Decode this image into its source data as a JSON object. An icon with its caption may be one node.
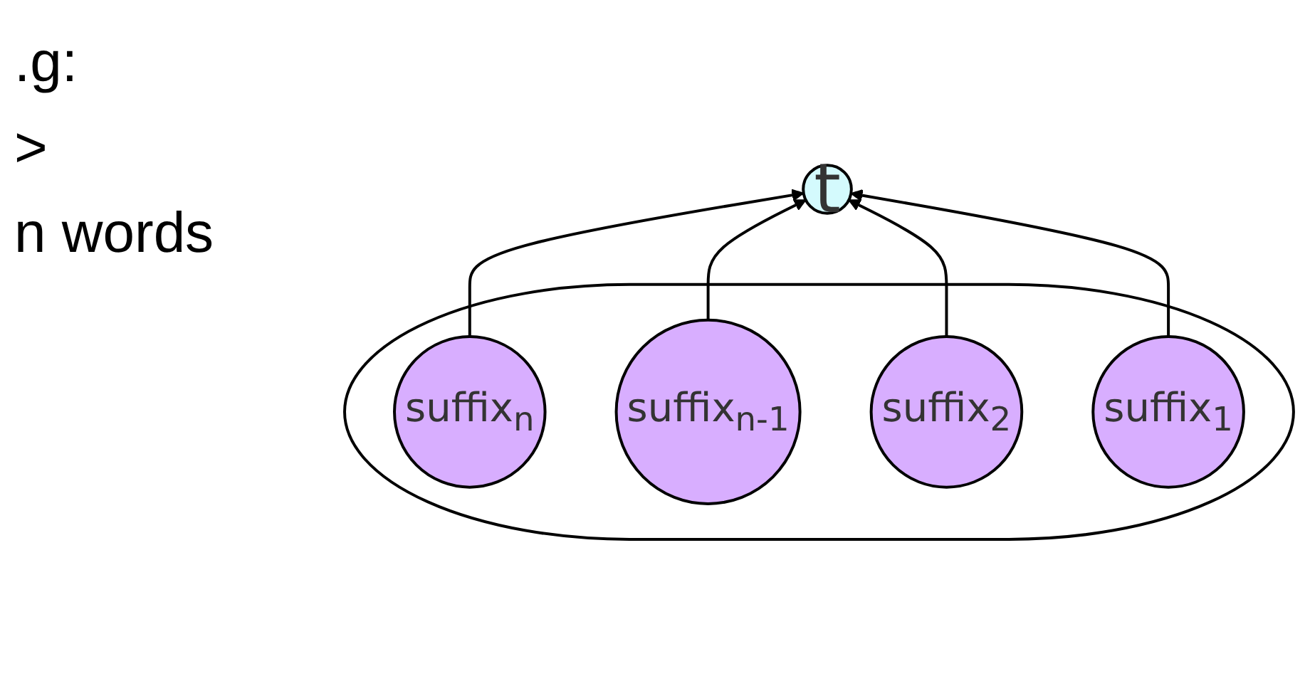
{
  "diagram": {
    "nodes": [
      {
        "text": [
          "t"
        ]
      },
      {
        "text": [],
        "shape": "ellipse"
      },
      {
        "text": [
          "suffix$_{n}$"
        ],
        "in": 1
      },
      {
        "text": [
          "suffix$_{n-1}$"
        ],
        "in": 1
      },
      {
        "text": [
          "suffix$_{2}$"
        ],
        "in": 1
      },
      {
        "text": [
          "suffix$_{1}$"
        ],
        "in": 1
      }
    ],
    "edges": [
      {
        "from": 2,
        "to": 0,
        "arrow": "to"
      },
      {
        "from": 3,
        "to": 0,
        "arrow": "to"
      },
      {
        "from": 4,
        "to": 0,
        "arrow": "to"
      },
      {
        "from": 5,
        "to": 0,
        "arrow": "to"
      }
    ],
    "labels": [
      ".g:",
      ">",
      "n words"
    ]
  }
}
